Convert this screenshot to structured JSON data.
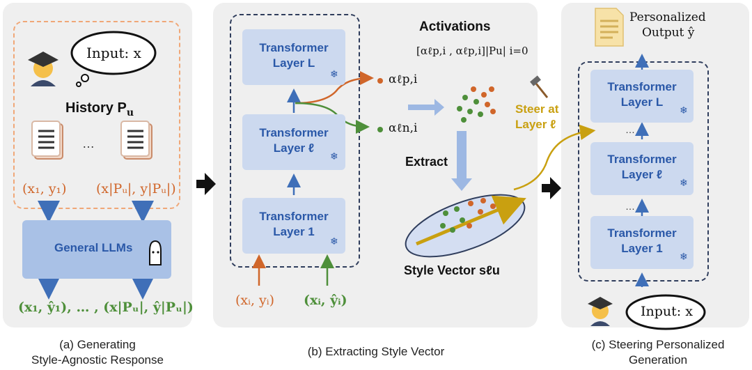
{
  "panel_a": {
    "input_bubble": "Input: x",
    "history_label": "History P",
    "history_sub": "u",
    "ellipsis": "…",
    "pair_first": "(x₁, y₁)",
    "pair_last": "(x|Pᵤ|, y|Pᵤ|)",
    "llm_label": "General LLMs",
    "outputs": "(x₁, ŷ₁), … , (x|Pᵤ|, ŷ|Pᵤ|)",
    "caption_line1": "(a)  Generating",
    "caption_line2": "Style-Agnostic Response"
  },
  "panel_b": {
    "layer_top_1": "Transformer",
    "layer_top_2": "Layer L",
    "layer_mid_1": "Transformer",
    "layer_mid_2": "Layer ℓ",
    "layer_bot_1": "Transformer",
    "layer_bot_2": "Layer 1",
    "alpha_p": "αℓp,i",
    "alpha_n": "αℓn,i",
    "activations_title": "Activations",
    "activations_formula": "[αℓp,i , αℓp,i]|Pu| i=0",
    "extract_label": "Extract",
    "style_vector_label": "Style Vector sℓu",
    "input_orange": "(xᵢ, yᵢ)",
    "input_green": "(xᵢ, ŷᵢ)",
    "caption": "(b) Extracting Style Vector"
  },
  "panel_c": {
    "output_label_1": "Personalized",
    "output_label_2": "Output ŷ",
    "steer_label_1": "Steer at",
    "steer_label_2": "Layer ℓ",
    "layer_top_1": "Transformer",
    "layer_top_2": "Layer L",
    "layer_mid_1": "Transformer",
    "layer_mid_2": "Layer ℓ",
    "layer_bot_1": "Transformer",
    "layer_bot_2": "Layer 1",
    "dots_1": "…",
    "dots_2": "…",
    "input_bubble": "Input: x",
    "caption_line1": "(c) Steering Personalized",
    "caption_line2": "Generation"
  },
  "colors": {
    "orange": "#d0662a",
    "green": "#4e8f3a",
    "blue_text": "#2a58a8",
    "gold": "#c9a010",
    "layer_fill": "#ccd9ef",
    "arrow_blue": "#3f6fb8"
  }
}
